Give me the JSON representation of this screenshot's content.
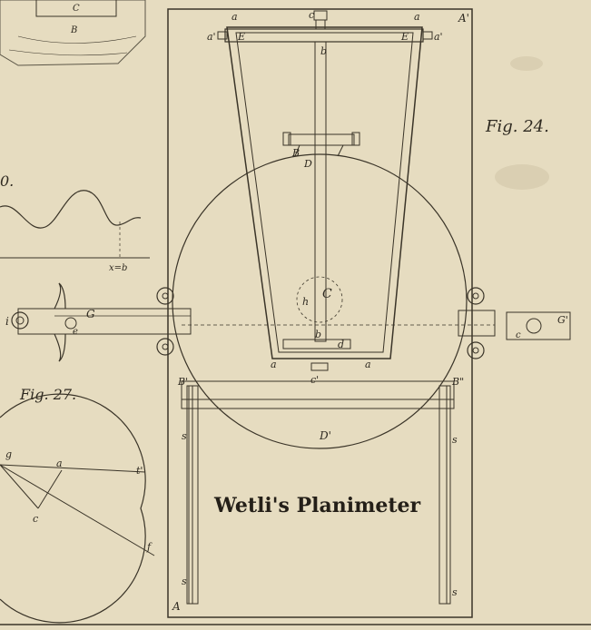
{
  "figure": {
    "title": "Wetli's Planimeter",
    "fig_labels": {
      "fig24": "Fig. 24.",
      "fig27": "Fig. 27.",
      "fig_partial": "0."
    },
    "labels": {
      "a_tl": "a",
      "a_tr": "a",
      "a_bl": "a",
      "a_br": "a",
      "a_prime_left": "a'",
      "a_prime_right": "a'",
      "c_top": "c",
      "E_left": "E",
      "E_right": "E",
      "A_prime": "A'",
      "b_top": "b",
      "b_bottom": "b",
      "B": "B",
      "D": "D",
      "C": "C",
      "h": "h",
      "d": "d",
      "c_prime": "c'",
      "D_prime": "D'",
      "B_prime": "B'",
      "B_double_prime": "B\"",
      "s1": "s",
      "s2": "s",
      "s3": "s",
      "s4": "s",
      "A": "A",
      "G": "G",
      "G_prime": "G'",
      "i": "i",
      "e": "e",
      "c_small": "c",
      "x_eq_b": "x=b",
      "fig27_g": "g",
      "fig27_a": "a",
      "fig27_t": "t'",
      "fig27_c": "c",
      "fig27_f": "f",
      "top_B": "B",
      "top_C": "C"
    }
  },
  "colors": {
    "paper": "#e6dcc0",
    "ink": "#3a3428",
    "stain": "#cfc4a6"
  }
}
